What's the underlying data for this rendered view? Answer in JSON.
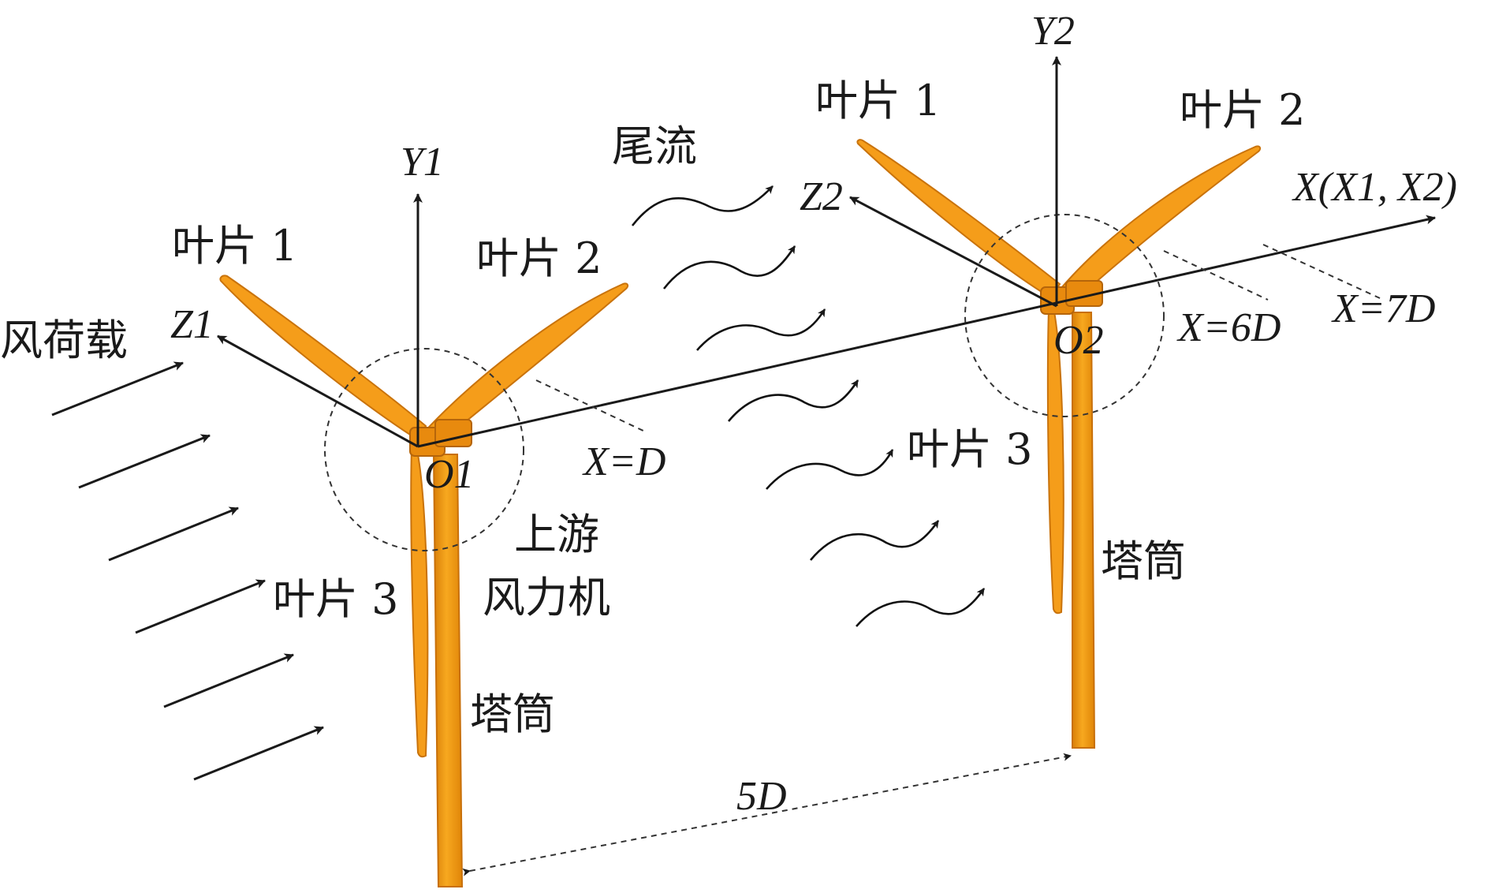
{
  "labels": {
    "wind_load": "风荷载",
    "wake": "尾流",
    "upstream_line1": "上游",
    "upstream_line2": "风力机",
    "blade1": "叶片 1",
    "blade2": "叶片 2",
    "blade3": "叶片 3",
    "tower": "塔筒",
    "dist_5d": "5D",
    "x_eq_d": "X=D",
    "x_eq_6d": "X=6D",
    "x_eq_7d": "X=7D",
    "x_axis": "X(X1, X2)",
    "y1": "Y1",
    "z1": "Z1",
    "o1": "O1",
    "y2": "Y2",
    "z2": "Z2",
    "o2": "O2"
  },
  "colors": {
    "turbine": "#f29a10",
    "turbine_edge": "#c8700a",
    "ink": "#1a1a1a"
  }
}
